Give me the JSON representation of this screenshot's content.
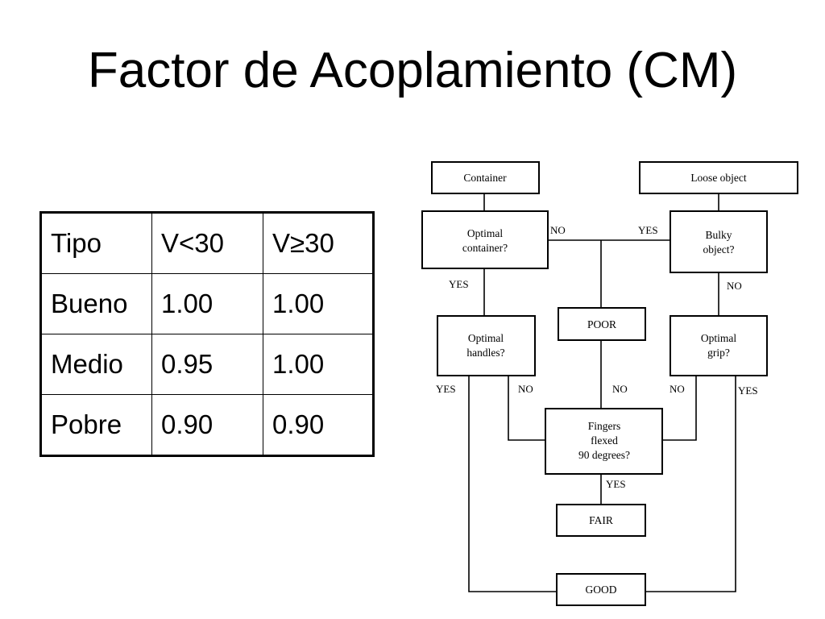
{
  "title": "Factor de Acoplamiento (CM)",
  "table": {
    "headers": [
      "Tipo",
      "V<30",
      "V≥30"
    ],
    "rows": [
      [
        "Bueno",
        "1.00",
        "1.00"
      ],
      [
        "Medio",
        "0.95",
        "1.00"
      ],
      [
        "Pobre",
        "0.90",
        "0.90"
      ]
    ]
  },
  "flowchart": {
    "nodes": {
      "container": "Container",
      "loose_object": "Loose object",
      "optimal_container": [
        "Optimal",
        "container?"
      ],
      "bulky_object": [
        "Bulky",
        "object?"
      ],
      "poor": "POOR",
      "optimal_handles": [
        "Optimal",
        "handles?"
      ],
      "optimal_grip": [
        "Optimal",
        "grip?"
      ],
      "fingers_flexed": [
        "Fingers",
        "flexed",
        "90 degrees?"
      ],
      "fair": "FAIR",
      "good": "GOOD"
    },
    "edge_labels": {
      "container_no": "NO",
      "bulky_yes": "YES",
      "container_yes": "YES",
      "bulky_no": "NO",
      "handles_yes": "YES",
      "handles_no": "NO",
      "poor_no": "NO",
      "grip_no": "NO",
      "grip_yes": "YES",
      "fingers_yes": "YES"
    }
  }
}
